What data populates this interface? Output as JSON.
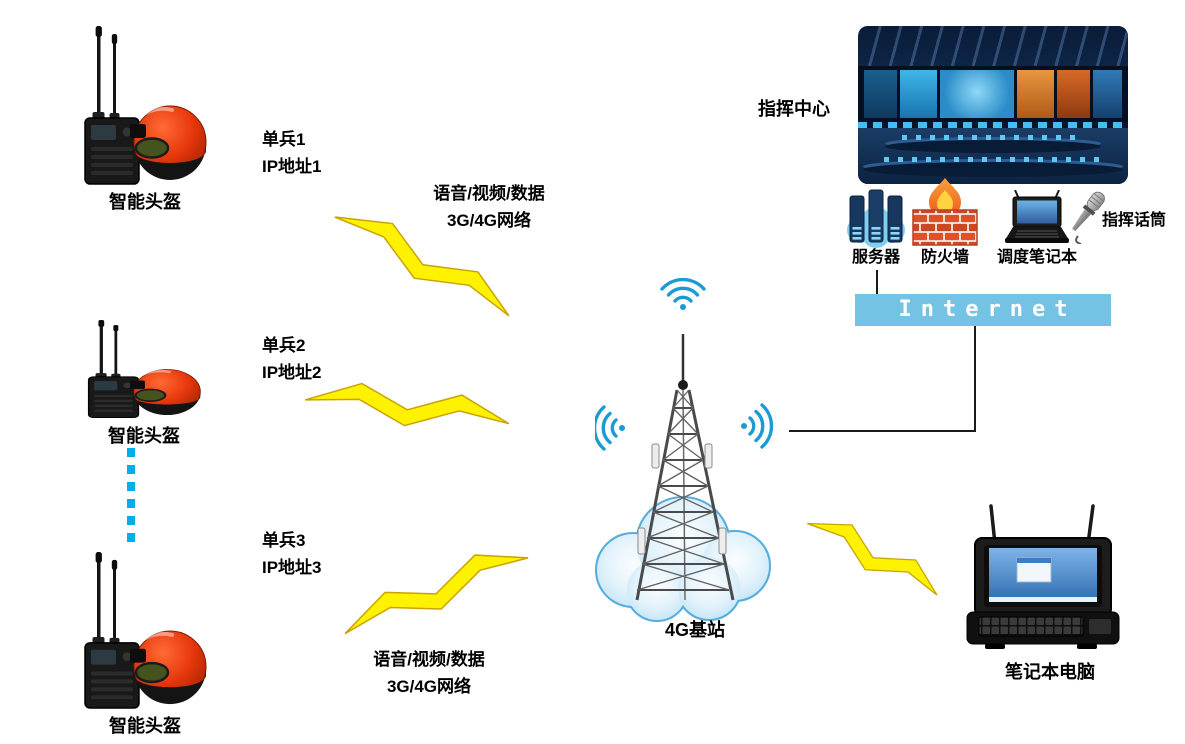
{
  "helmets": [
    {
      "label": "智能头盔"
    },
    {
      "label": "智能头盔"
    },
    {
      "label": "智能头盔"
    }
  ],
  "soldiers": [
    {
      "name": "单兵1",
      "ip": "IP地址1"
    },
    {
      "name": "单兵2",
      "ip": "IP地址2"
    },
    {
      "name": "单兵3",
      "ip": "IP地址3"
    }
  ],
  "links": {
    "top": {
      "line1": "语音/视频/数据",
      "line2": "3G/4G网络"
    },
    "bottom": {
      "line1": "语音/视频/数据",
      "line2": "3G/4G网络"
    }
  },
  "base_station": {
    "label": "4G基站"
  },
  "command_center": {
    "label": "指挥中心"
  },
  "equipment": {
    "server_label": "服务器",
    "firewall_label": "防火墙",
    "dispatch_laptop_label": "调度笔记本",
    "microphone_label": "指挥话筒"
  },
  "internet": {
    "label": "Internet"
  },
  "field_laptop": {
    "label": "笔记本电脑"
  },
  "colors": {
    "lightning_fill": "#FFF200",
    "lightning_stroke": "#C9A400",
    "internet_bar": "#74C3E4",
    "dashed_link": "#00AEEF",
    "wifi_blue": "#1C9AD6",
    "cloud_fill": "#D9EEF9",
    "cloud_stroke": "#55ADDB",
    "helmet_red": "#E8380D"
  }
}
